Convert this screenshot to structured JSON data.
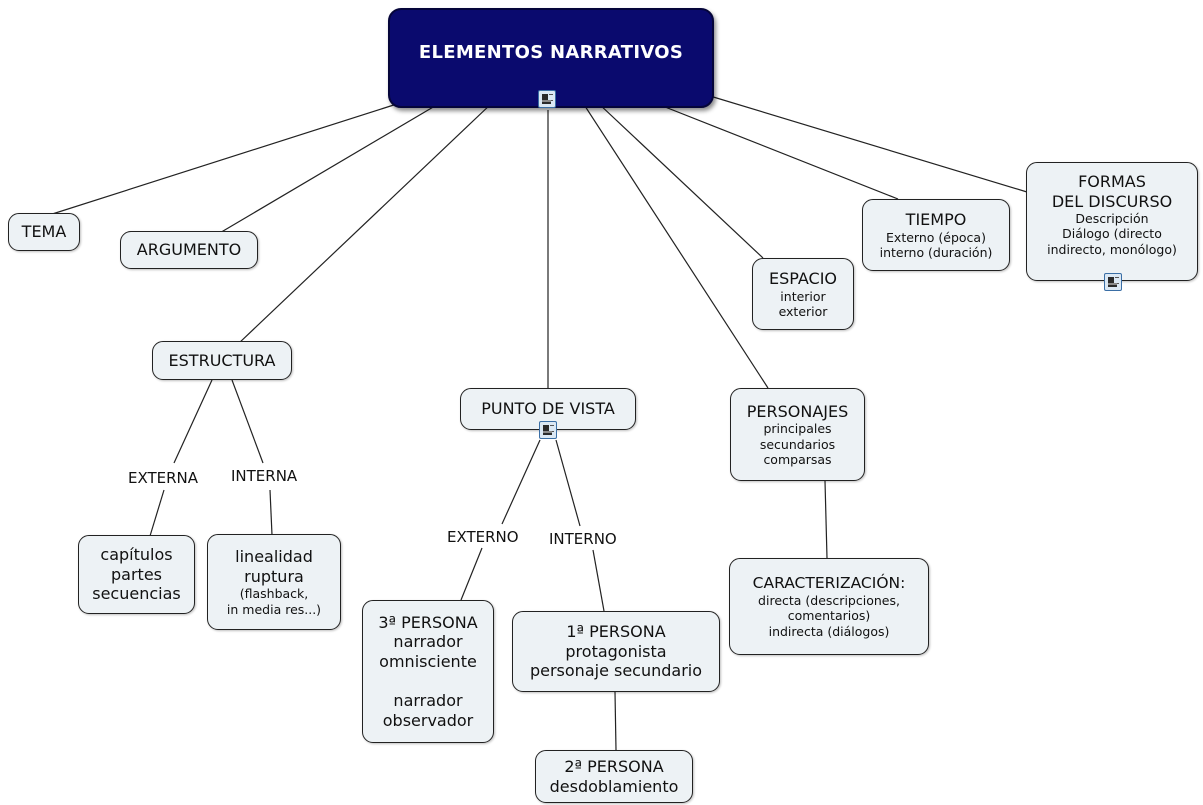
{
  "root": {
    "title": "ELEMENTOS NARRATIVOS"
  },
  "nodes": {
    "tema": {
      "title": "TEMA"
    },
    "argumento": {
      "title": "ARGUMENTO"
    },
    "estructura": {
      "title": "ESTRUCTURA"
    },
    "externa_box": {
      "lines": [
        "capítulos",
        "partes",
        "secuencias"
      ]
    },
    "interna_box": {
      "lines": [
        "linealidad",
        "ruptura"
      ],
      "sub": [
        "(flashback,",
        "in media res...)"
      ]
    },
    "punto_de_vista": {
      "title": "PUNTO DE VISTA"
    },
    "tercera_persona": {
      "lines": [
        "3ª PERSONA",
        "narrador",
        "omnisciente",
        "",
        "narrador",
        "observador"
      ]
    },
    "primera_persona": {
      "lines": [
        "1ª PERSONA",
        "protagonista",
        "personaje secundario"
      ]
    },
    "segunda_persona": {
      "lines": [
        "2ª PERSONA",
        "desdoblamiento"
      ]
    },
    "espacio": {
      "title": "ESPACIO",
      "sub": [
        "interior",
        "exterior"
      ]
    },
    "tiempo": {
      "title": "TIEMPO",
      "sub": [
        "Externo (época)",
        "interno (duración)"
      ]
    },
    "formas_discurso": {
      "title": [
        "FORMAS",
        "DEL DISCURSO"
      ],
      "sub": [
        "Descripción",
        "Diálogo (directo",
        "indirecto, monólogo)"
      ]
    },
    "personajes": {
      "title": "PERSONAJES",
      "sub": [
        "principales",
        "secundarios",
        "comparsas"
      ]
    },
    "caracterizacion": {
      "title": "CARACTERIZACIÓN:",
      "sub": [
        "directa (descripciones,",
        "comentarios)",
        "indirecta (diálogos)"
      ]
    }
  },
  "link_labels": {
    "externa": "EXTERNA",
    "interna": "INTERNA",
    "externo": "EXTERNO",
    "interno": "INTERNO"
  },
  "icons": [
    "note-icon",
    "note-icon",
    "note-icon"
  ],
  "colors": {
    "root_bg": "#0a0a6e",
    "node_bg": "#edf2f5",
    "line": "#222222"
  }
}
